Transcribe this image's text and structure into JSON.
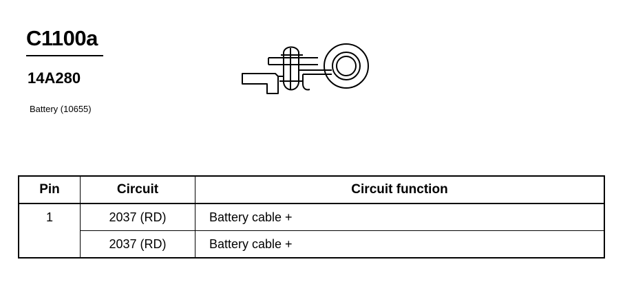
{
  "header": {
    "connector_id": "C1100a",
    "part_number": "14A280",
    "component": "Battery (10655)"
  },
  "table": {
    "headers": [
      "Pin",
      "Circuit",
      "Circuit function"
    ],
    "pin": "1",
    "rows": [
      {
        "circuit": "2037 (RD)",
        "function": "Battery cable +"
      },
      {
        "circuit": "2037 (RD)",
        "function": "Battery cable +"
      }
    ]
  }
}
